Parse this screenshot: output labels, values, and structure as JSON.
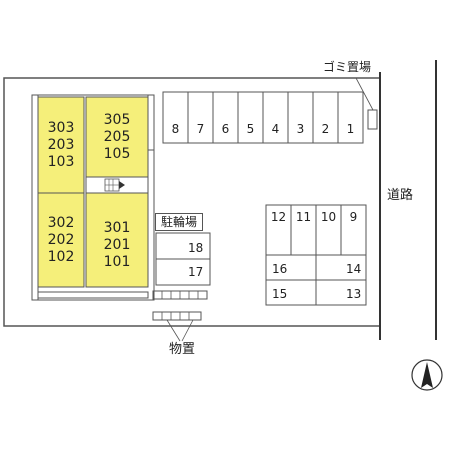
{
  "labels": {
    "garbage": "ゴミ置場",
    "road": "道路",
    "bicycle": "駐輪場",
    "storage": "物置"
  },
  "units": [
    [
      "303",
      "203",
      "103"
    ],
    [
      "305",
      "205",
      "105"
    ],
    [
      "302",
      "202",
      "102"
    ],
    [
      "301",
      "201",
      "101"
    ]
  ],
  "parking_top": [
    "8",
    "7",
    "6",
    "5",
    "4",
    "3",
    "2",
    "1"
  ],
  "parking_right": [
    "12",
    "11",
    "10",
    "9",
    "16",
    "14",
    "15",
    "13"
  ],
  "bike_slots": [
    "18",
    "17"
  ],
  "colors": {
    "building": "#f5ef7a",
    "line": "#555555"
  }
}
